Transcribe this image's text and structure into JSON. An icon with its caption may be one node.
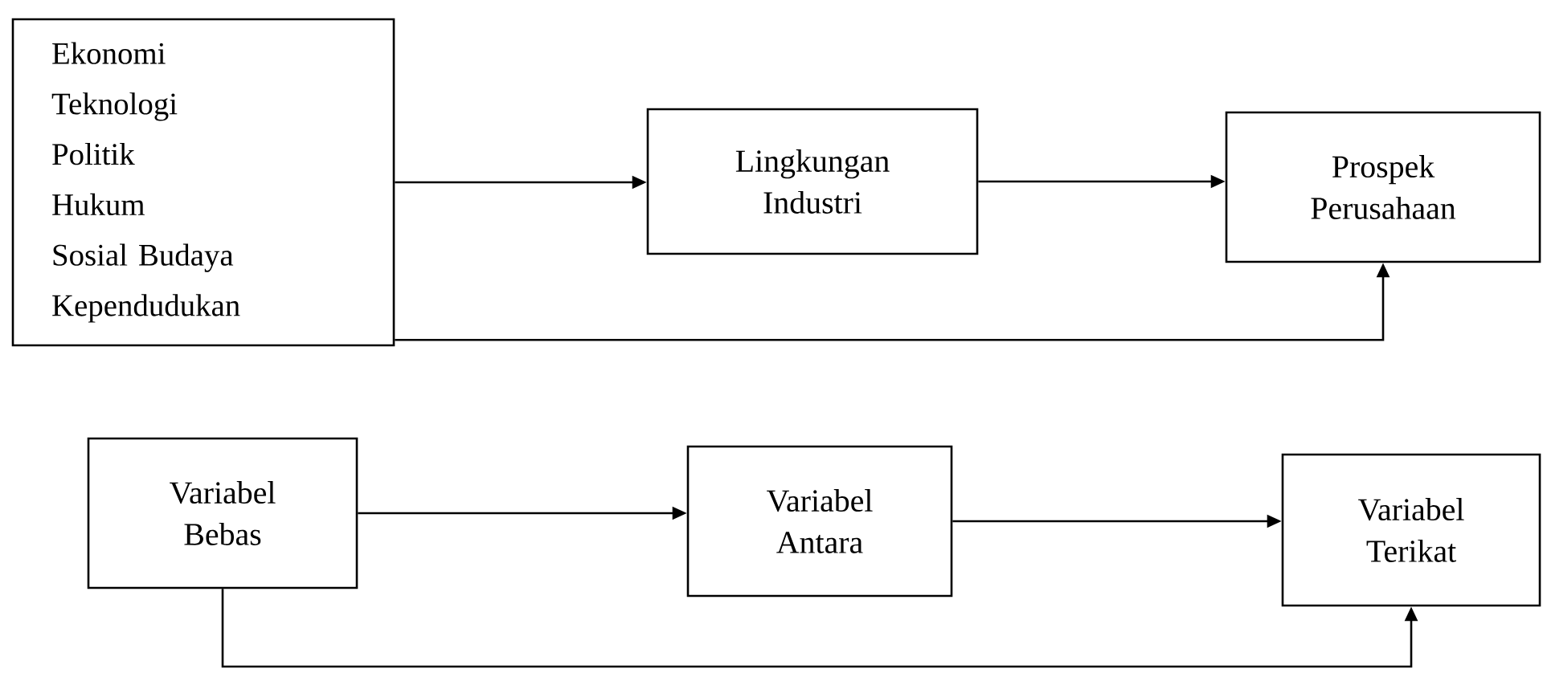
{
  "diagram": {
    "nodes": [
      {
        "text": [
          "Ekonomi",
          "Teknologi",
          "Politik",
          "Hukum",
          "Sosial Budaya",
          "Kependudukan"
        ]
      },
      {
        "text": [
          "Lingkungan Industri"
        ]
      },
      {
        "text": [
          "Prospek Perusahaan"
        ]
      },
      {
        "text": [
          "Variabel Bebas"
        ]
      },
      {
        "text": [
          "Variabel Antara"
        ]
      },
      {
        "text": [
          "Variabel Terikat"
        ]
      }
    ],
    "edges": [
      {
        "from": 0,
        "to": 1,
        "arrow": "to"
      },
      {
        "from": 1,
        "to": 2,
        "arrow": "to"
      },
      {
        "from": 0,
        "to": 2,
        "arrow": "to"
      },
      {
        "from": 3,
        "to": 4,
        "arrow": "to"
      },
      {
        "from": 4,
        "to": 5,
        "arrow": "to"
      },
      {
        "from": 3,
        "to": 5,
        "arrow": "to"
      }
    ]
  }
}
